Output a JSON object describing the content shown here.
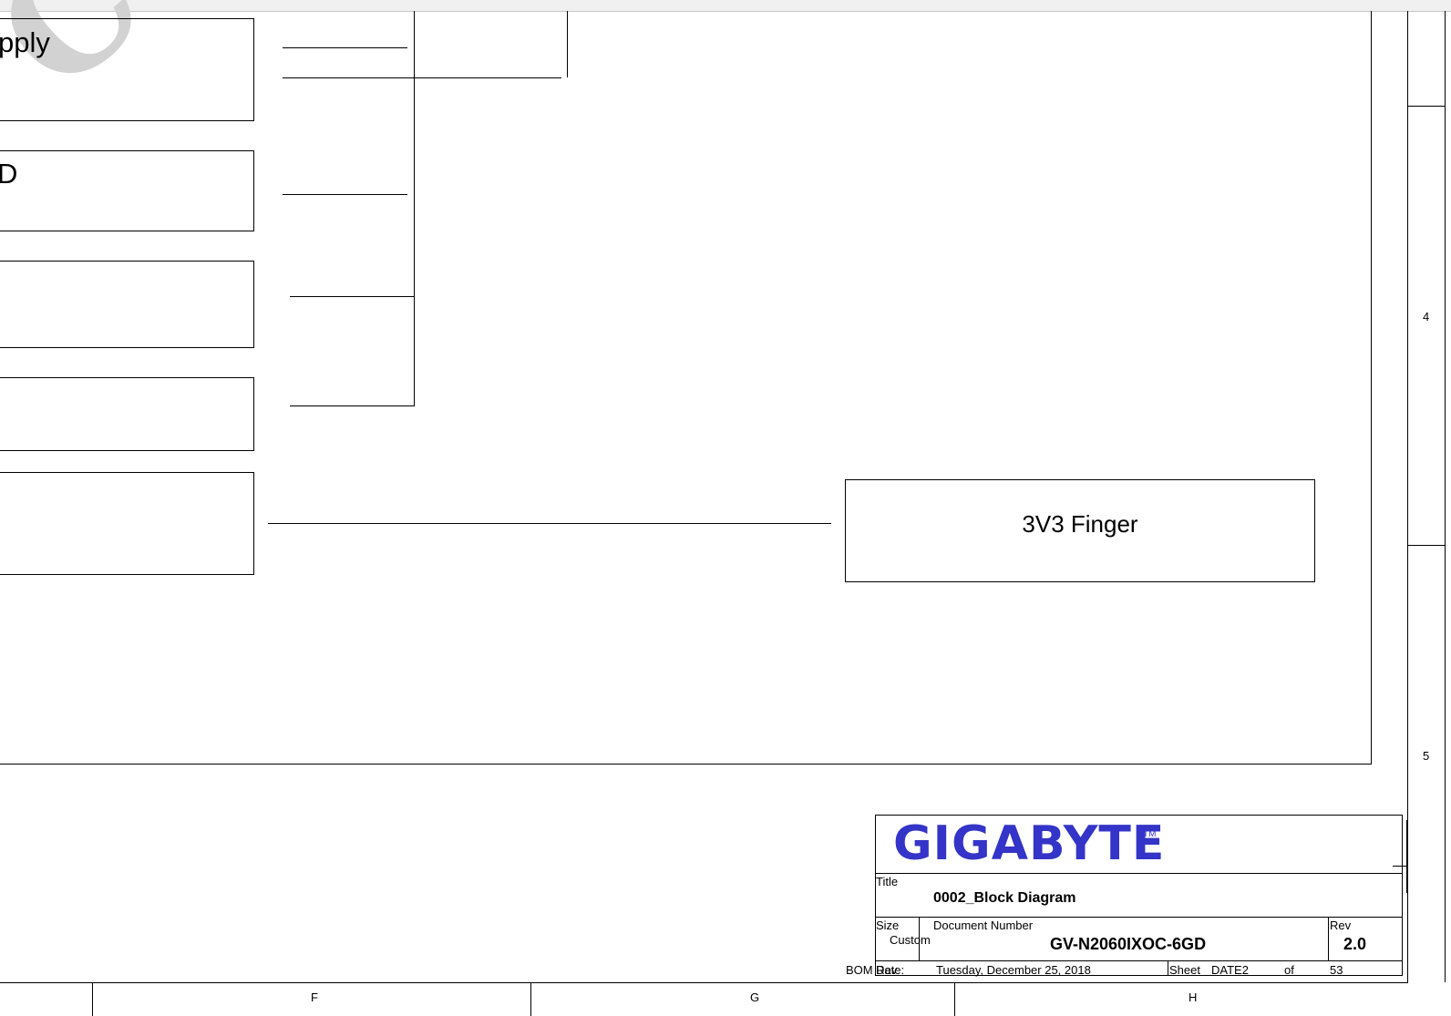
{
  "watermark": "Cop",
  "blocks": [
    {
      "label": "pply"
    },
    {
      "label": "D"
    },
    {
      "label": ""
    },
    {
      "label": ""
    },
    {
      "label": ""
    },
    {
      "label": "3V3 Finger"
    }
  ],
  "zones": {
    "right": [
      "4",
      "5"
    ],
    "bottom": [
      "F",
      "G",
      "H"
    ]
  },
  "title_block": {
    "logo": "GIGABYTE",
    "trademark": "TM",
    "title_label": "Title",
    "title": "0002_Block Diagram",
    "size_label": "Size",
    "size": "Custom",
    "doc_number_label": "Document Number",
    "doc_number": "GV-N2060IXOC-6GD",
    "rev_label": "Rev",
    "rev": "2.0",
    "date_label": "Date:",
    "bom_label": "BOM Rev",
    "date": "Tuesday, December 25, 2018",
    "sheet_label": "Sheet",
    "sheet": "DATE2",
    "of_label": "of",
    "total_sheets": "53"
  },
  "colors": {
    "logo": "#3434c8",
    "watermark": "#d2d2d2",
    "line": "#000000"
  }
}
